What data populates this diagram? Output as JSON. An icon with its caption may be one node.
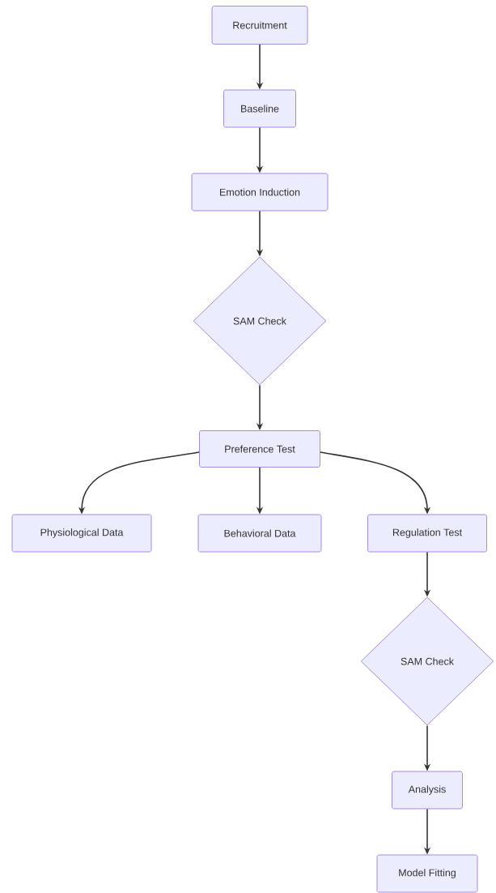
{
  "diagram": {
    "nodes": [
      {
        "text": [
          "Recruitment"
        ]
      },
      {
        "text": [
          "Baseline"
        ]
      },
      {
        "text": [
          "Emotion Induction"
        ]
      },
      {
        "text": [
          "SAM Check"
        ]
      },
      {
        "text": [
          "Preference Test"
        ]
      },
      {
        "text": [
          "Physiological Data"
        ]
      },
      {
        "text": [
          "Behavioral Data"
        ]
      },
      {
        "text": [
          "Regulation Test"
        ]
      },
      {
        "text": [
          "SAM Check"
        ]
      },
      {
        "text": [
          "Analysis"
        ]
      },
      {
        "text": [
          "Model Fitting"
        ]
      }
    ],
    "edges": [
      {
        "from": 0,
        "to": 1,
        "arrow": "to"
      },
      {
        "from": 1,
        "to": 2,
        "arrow": "to"
      },
      {
        "from": 2,
        "to": 3,
        "arrow": "to"
      },
      {
        "from": 3,
        "to": 4,
        "arrow": "to"
      },
      {
        "from": 4,
        "to": 5,
        "arrow": "to"
      },
      {
        "from": 4,
        "to": 6,
        "arrow": "to"
      },
      {
        "from": 4,
        "to": 7,
        "arrow": "to"
      },
      {
        "from": 7,
        "to": 8,
        "arrow": "to"
      },
      {
        "from": 8,
        "to": 9,
        "arrow": "to"
      },
      {
        "from": 9,
        "to": 10,
        "arrow": "to"
      }
    ]
  }
}
